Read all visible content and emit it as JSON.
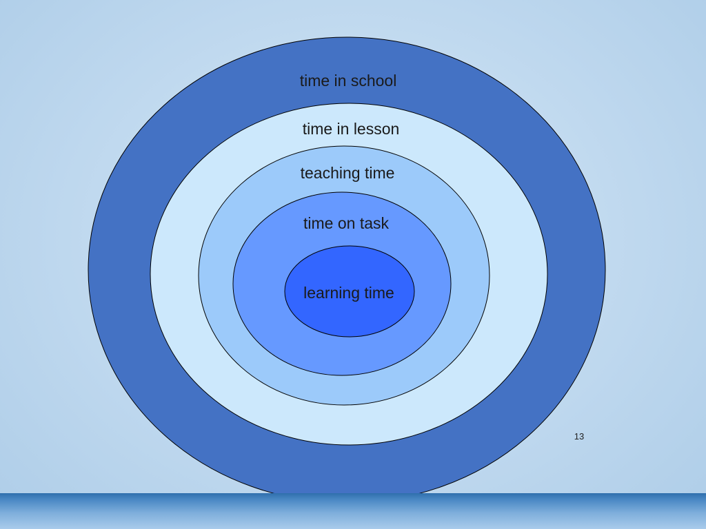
{
  "diagram": {
    "rings": [
      {
        "label": "time in school",
        "fill": "#4472c4"
      },
      {
        "label": "time in lesson",
        "fill": "#cce8fc"
      },
      {
        "label": "teaching time",
        "fill": "#9ccafa"
      },
      {
        "label": "time on task",
        "fill": "#6699ff"
      },
      {
        "label": "learning time",
        "fill": "#3366ff"
      }
    ],
    "stroke": "#000000"
  },
  "slide": {
    "page_number": "13",
    "footer_color": "#2f6fad"
  }
}
